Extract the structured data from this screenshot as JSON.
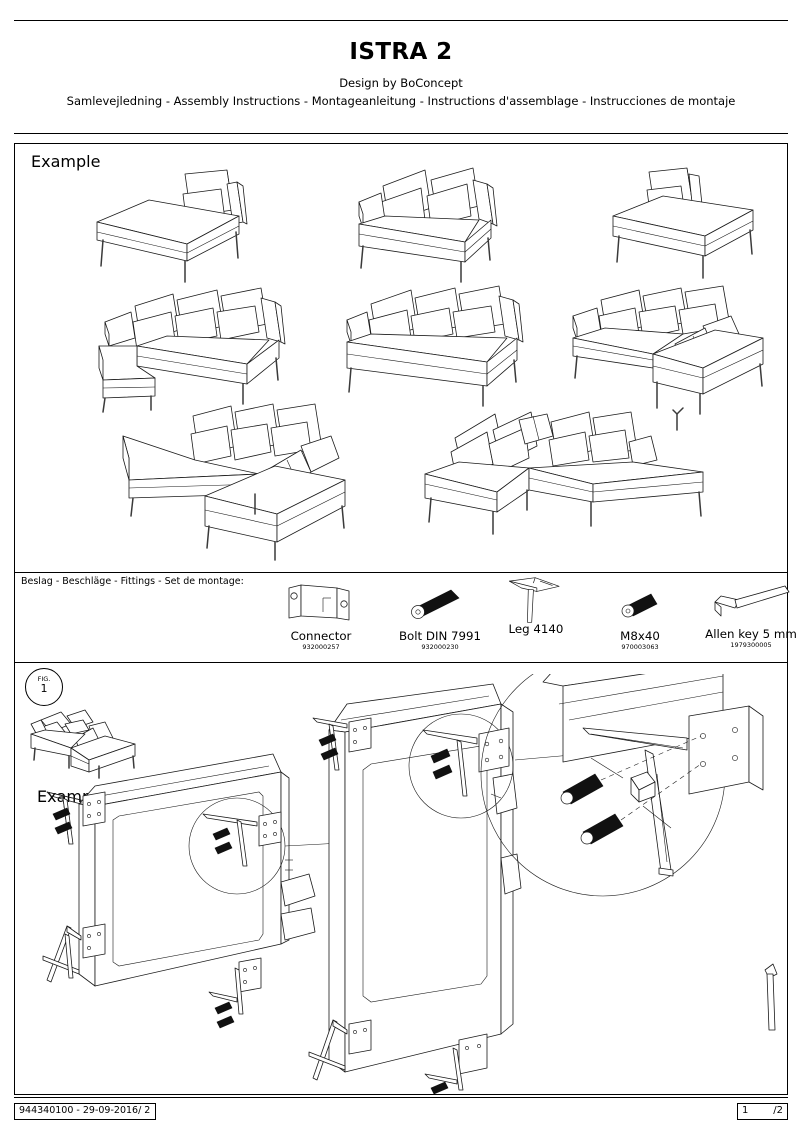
{
  "document": {
    "title": "ISTRA 2",
    "designer": "Design by BoConcept",
    "languages": "Samlevejledning - Assembly Instructions - Montageanleitung - Instructions d'assemblage - Instrucciones de montaje",
    "doc_id": "944340100 - 29-09-2016/ 2",
    "page_current": "1",
    "page_total": "/2"
  },
  "example_panel": {
    "label": "Example",
    "modules": [
      {
        "name": "single-module-left-arm",
        "row": 1,
        "col": 1
      },
      {
        "name": "two-seat-sofa",
        "row": 1,
        "col": 2
      },
      {
        "name": "armless-module",
        "row": 1,
        "col": 3
      },
      {
        "name": "chaise-left-three-seat",
        "row": 2,
        "col": 1
      },
      {
        "name": "three-seat-sofa",
        "row": 2,
        "col": 2
      },
      {
        "name": "chaise-right-corner-sofa",
        "row": 2,
        "col": 3
      },
      {
        "name": "large-corner-chaise-left",
        "row": 3,
        "col": 1
      },
      {
        "name": "armless-corner-chaise-right",
        "row": 3,
        "col": 2
      }
    ]
  },
  "fittings_panel": {
    "label": "Beslag - Beschläge - Fittings - Set de montage:",
    "items": [
      {
        "icon": "connector-icon",
        "name": "Connector",
        "number": "932000257"
      },
      {
        "icon": "bolt-icon",
        "name": "Bolt DIN 7991",
        "number": "932000230"
      },
      {
        "icon": "leg-icon",
        "name": "Leg 4140",
        "number": ""
      },
      {
        "icon": "screw-icon",
        "name": "M8x40",
        "number": "970003063"
      },
      {
        "icon": "allen-key-icon",
        "name": "Allen key  5 mm",
        "number": "1979300005"
      }
    ]
  },
  "fig_panel": {
    "badge_word": "FIG.",
    "badge_number": "1",
    "example_label": "Example",
    "detail": {
      "name": "leg-bracket-detail-callout",
      "description": "Magnified view of leg bracket mounting plate with two bolts"
    }
  },
  "colors": {
    "line": "#1a1a1a",
    "fill": "#ffffff",
    "bolt": "#111111",
    "leg": "#3a3a3a"
  }
}
